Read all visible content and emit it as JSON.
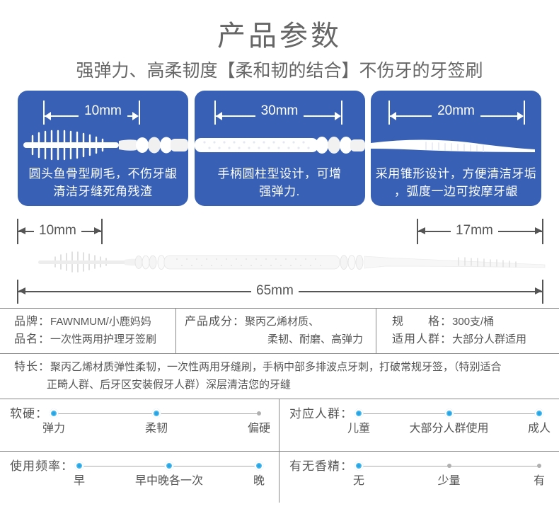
{
  "header": {
    "title": "产品参数",
    "subtitle": "强弹力、高柔韧度【柔和韧的结合】不伤牙的牙签刷"
  },
  "colors": {
    "card_blue": "#3861b5",
    "accent_blue": "#4ab9ef",
    "text_gray": "#555555",
    "inactive_gray": "#b0b0b0"
  },
  "cards": [
    {
      "dimension": "10mm",
      "caption_line1": "圆头鱼骨型刷毛，不伤牙龈",
      "caption_line2": "清洁牙缝死角残渣",
      "art": "brush-head"
    },
    {
      "dimension": "30mm",
      "caption_line1": "手柄圆柱型设计，可增",
      "caption_line2": "强弹力.",
      "art": "handle-shaft"
    },
    {
      "dimension": "20mm",
      "caption_line1": "采用锥形设计，方便清洁牙垢",
      "caption_line2": "，弧度一边可按摩牙龈",
      "art": "tapered-pick"
    }
  ],
  "diagram": {
    "left_dimension": "10mm",
    "right_dimension": "17mm",
    "total_dimension": "65mm"
  },
  "spec_table": {
    "row1": [
      {
        "lines": [
          {
            "label": "品牌：",
            "value": "FAWNMUM/小鹿妈妈"
          },
          {
            "label": "品名：",
            "value": "一次性两用护理牙签刷"
          }
        ]
      },
      {
        "lines": [
          {
            "label": "产品成分：",
            "value": "聚丙乙烯材质、"
          },
          {
            "label": "",
            "value": "柔韧、耐磨、高弹力"
          }
        ]
      },
      {
        "lines": [
          {
            "label": "规　　格：",
            "value": "300支/桶"
          },
          {
            "label": "适用人群：",
            "value": "大部分人群适用"
          }
        ]
      }
    ],
    "row2": {
      "label": "特长：",
      "line1": "聚丙乙烯材质弹性柔韧，一次性两用牙缝刷，手柄中部多排波点牙刺，打破常规牙签，（特别适合",
      "line2": "正畸人群、后牙区安装假牙人群）深层清洁您的牙缝"
    }
  },
  "sliders": [
    {
      "title": "软硬：",
      "points": [
        {
          "label": "弹力",
          "active": true
        },
        {
          "label": "柔韧",
          "active": true
        },
        {
          "label": "偏硬",
          "active": false
        }
      ]
    },
    {
      "title": "对应人群：",
      "points": [
        {
          "label": "儿童",
          "active": true
        },
        {
          "label": "大部分人群使用",
          "active": true
        },
        {
          "label": "成人",
          "active": true
        }
      ]
    },
    {
      "title": "使用频率：",
      "points": [
        {
          "label": "早",
          "active": true
        },
        {
          "label": "早中晚各一次",
          "active": true
        },
        {
          "label": "晚",
          "active": true
        }
      ]
    },
    {
      "title": "有无香精：",
      "points": [
        {
          "label": "无",
          "active": true
        },
        {
          "label": "少量",
          "active": false
        },
        {
          "label": "有",
          "active": false
        }
      ]
    }
  ]
}
